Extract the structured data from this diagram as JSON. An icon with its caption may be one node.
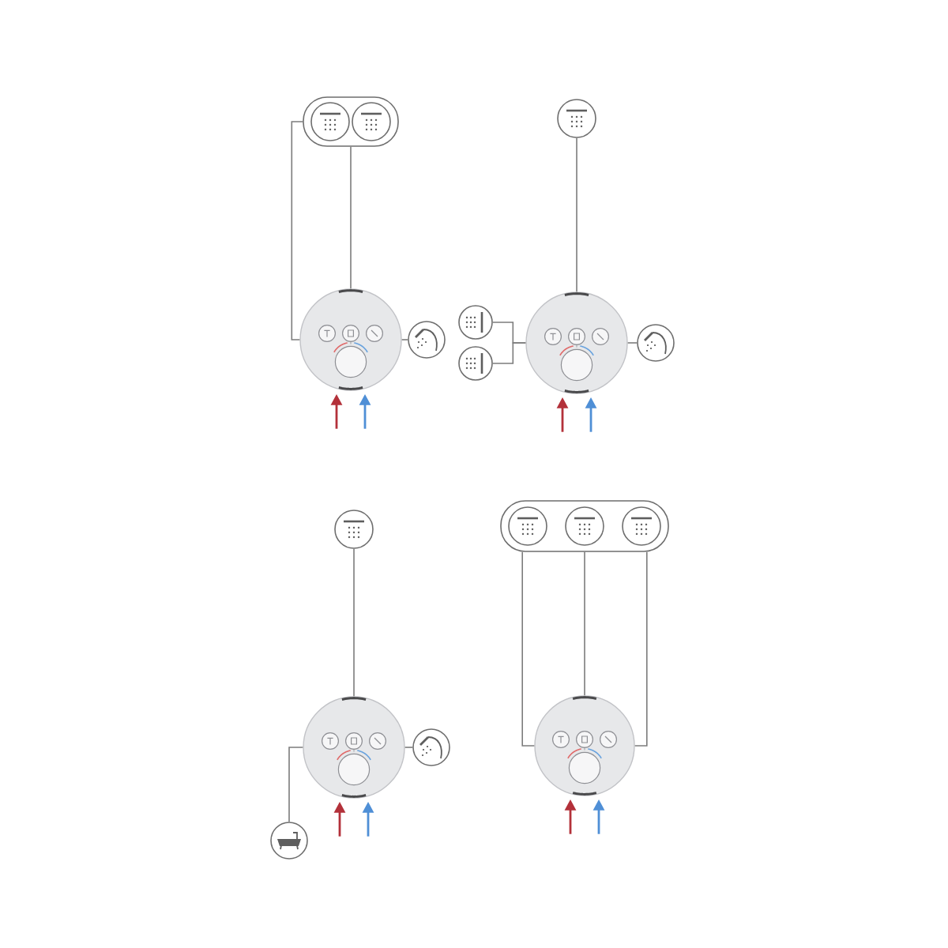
{
  "diagram": {
    "nodes": [
      {
        "text": [],
        "shape": "box"
      },
      {
        "text": [],
        "shape": "circle",
        "in": 0
      },
      {
        "text": [],
        "shape": "circle",
        "in": 0
      },
      {
        "text": [],
        "shape": "picture"
      },
      {
        "text": [],
        "shape": "circle"
      },
      {
        "text": [],
        "shape": "circle"
      },
      {
        "text": [],
        "shape": "circle"
      },
      {
        "text": [],
        "shape": "circle"
      },
      {
        "text": [],
        "shape": "picture"
      },
      {
        "text": [],
        "shape": "circle"
      },
      {
        "text": [],
        "shape": "circle"
      },
      {
        "text": [],
        "shape": "picture"
      },
      {
        "text": [],
        "shape": "circle"
      },
      {
        "text": [],
        "shape": "circle"
      },
      {
        "text": [],
        "shape": "box"
      },
      {
        "text": [],
        "shape": "circle",
        "in": 14
      },
      {
        "text": [],
        "shape": "circle",
        "in": 14
      },
      {
        "text": [],
        "shape": "circle",
        "in": 14
      },
      {
        "text": [],
        "shape": "picture"
      }
    ],
    "edges": [
      {
        "from": 3,
        "to": 0,
        "arrow": "none"
      },
      {
        "from": 3,
        "to": 0,
        "arrow": "none"
      },
      {
        "from": 3,
        "to": 4,
        "arrow": "none"
      },
      {
        "from": null,
        "to": 3,
        "arrow": "to",
        "color": "#b3313a"
      },
      {
        "from": null,
        "to": 3,
        "arrow": "to",
        "color": "#4f8fd6"
      },
      {
        "from": 8,
        "to": 5,
        "arrow": "none"
      },
      {
        "from": 8,
        "to": 6,
        "arrow": "none"
      },
      {
        "from": 8,
        "to": 7,
        "arrow": "none"
      },
      {
        "from": 8,
        "to": 9,
        "arrow": "none"
      },
      {
        "from": null,
        "to": 8,
        "arrow": "to",
        "color": "#b3313a"
      },
      {
        "from": null,
        "to": 8,
        "arrow": "to",
        "color": "#4f8fd6"
      },
      {
        "from": 11,
        "to": 10,
        "arrow": "none"
      },
      {
        "from": 11,
        "to": 12,
        "arrow": "none"
      },
      {
        "from": 11,
        "to": 13,
        "arrow": "none"
      },
      {
        "from": null,
        "to": 11,
        "arrow": "to",
        "color": "#b3313a"
      },
      {
        "from": null,
        "to": 11,
        "arrow": "to",
        "color": "#4f8fd6"
      },
      {
        "from": 18,
        "to": 14,
        "arrow": "none"
      },
      {
        "from": 18,
        "to": 14,
        "arrow": "none"
      },
      {
        "from": 18,
        "to": 14,
        "arrow": "none"
      },
      {
        "from": null,
        "to": 18,
        "arrow": "to",
        "color": "#b3313a"
      },
      {
        "from": null,
        "to": 18,
        "arrow": "to",
        "color": "#4f8fd6"
      }
    ]
  }
}
